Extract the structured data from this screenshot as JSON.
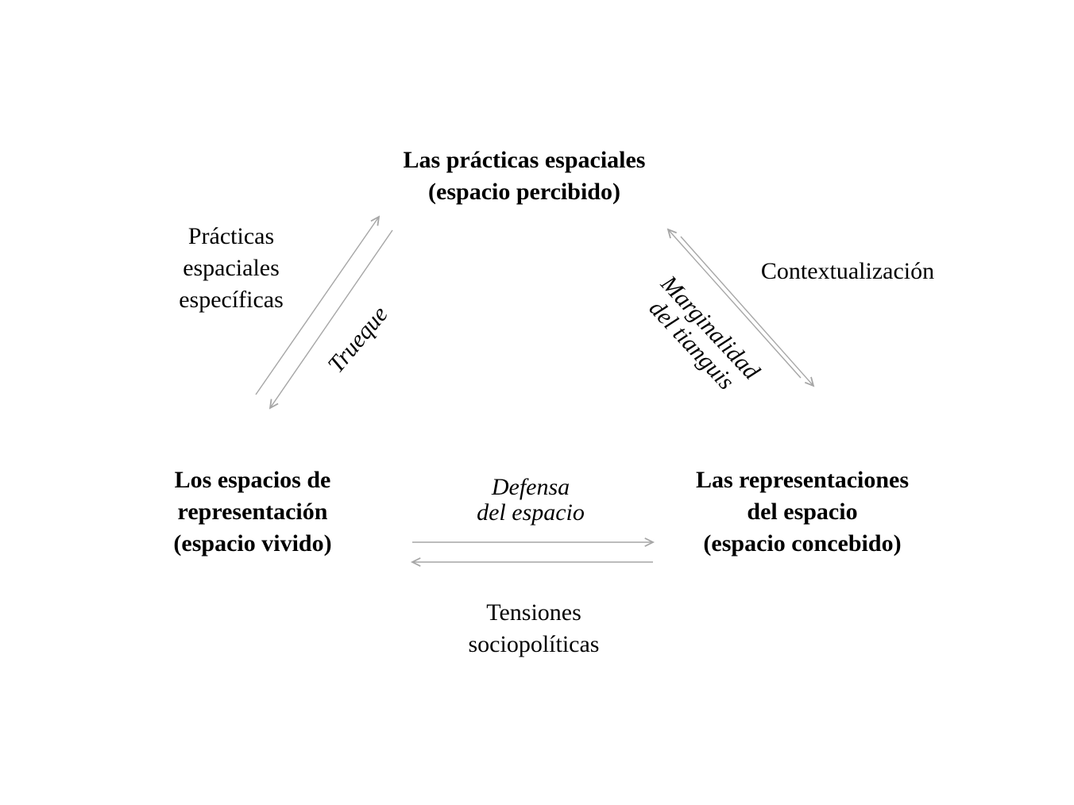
{
  "diagram": {
    "background_color": "#ffffff",
    "text_color": "#000000",
    "arrow_color": "#a6a6a6",
    "nodes": {
      "top": {
        "line1": "Las prácticas espaciales",
        "line2": "(espacio percibido)"
      },
      "bottom_left": {
        "line1": "Los espacios de",
        "line2": "representación",
        "line3": "(espacio vivido)"
      },
      "bottom_right": {
        "line1": "Las representaciones",
        "line2": "del espacio",
        "line3": "(espacio concebido)"
      }
    },
    "edge_labels": {
      "left_outer": {
        "line1": "Prácticas",
        "line2": "espaciales",
        "line3": "específicas"
      },
      "left_inner": "Trueque",
      "right_outer": "Contextualización",
      "right_inner": {
        "line1": "Marginalidad",
        "line2": "del tianguis"
      },
      "bottom_inner": {
        "line1": "Defensa",
        "line2": "del espacio"
      },
      "bottom_outer": {
        "line1": "Tensiones",
        "line2": "sociopolíticas"
      }
    }
  }
}
